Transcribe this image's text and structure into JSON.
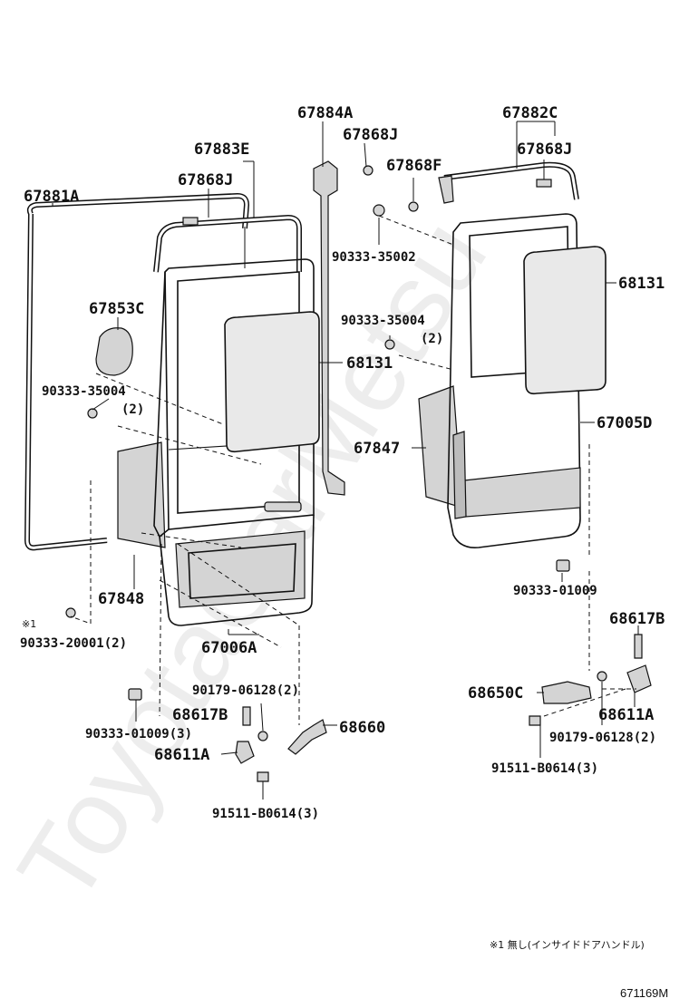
{
  "watermark": "ToyotaCarMetsu",
  "labels": {
    "p67884A": "67884A",
    "p67868J_a": "67868J",
    "p67883E": "67883E",
    "p67868J_b": "67868J",
    "p67881A": "67881A",
    "p67853C": "67853C",
    "p90333_35004_a": "90333-35004",
    "qty_2_a": "(2)",
    "p68131_a": "68131",
    "p67848": "67848",
    "note_mark_a": "※1",
    "p90333_20001": "90333-20001(2)",
    "p67006A": "67006A",
    "p90179_06128_a": "90179-06128(2)",
    "p68617B_a": "68617B",
    "p90333_01009_a": "90333-01009(3)",
    "p68611A_a": "68611A",
    "p68660": "68660",
    "p91511_B0614_a": "91511-B0614(3)",
    "p67882C": "67882C",
    "p67868J_c": "67868J",
    "p67868F": "67868F",
    "p90333_35002": "90333-35002",
    "p68131_b": "68131",
    "p90333_35004_b": "90333-35004",
    "qty_2_b": "(2)",
    "p67005D": "67005D",
    "p67847": "67847",
    "p90333_01009_b": "90333-01009",
    "p68617B_b": "68617B",
    "p68650C": "68650C",
    "p68611A_b": "68611A",
    "p90179_06128_b": "90179-06128(2)",
    "p91511_B0614_b": "91511-B0614(3)"
  },
  "footnote": "※1 無し(インサイドドアハンドル)",
  "diagram_code": "671169M"
}
